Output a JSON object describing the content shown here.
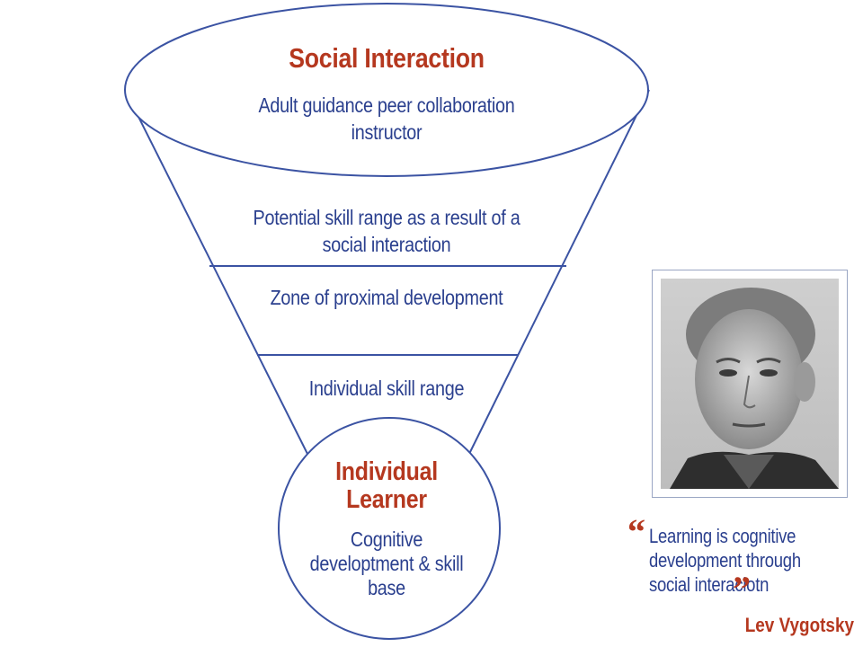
{
  "diagram": {
    "top": {
      "title": "Social Interaction",
      "subtitle": "Adult guidance peer collaboration instructor"
    },
    "bands": [
      "Potential skill range as a result of a social interaction",
      "Zone of proximal development",
      "Individual skill range"
    ],
    "learner": {
      "title": "Individual Learner",
      "subtitle": "Cognitive developtment & skill base"
    }
  },
  "quote": {
    "text": "Learning is cognitive development through social interaciotn",
    "author": "Lev Vygotsky"
  },
  "colors": {
    "outline": "#3b53a3",
    "text_blue": "#2a3f8e",
    "accent_red": "#b5381f"
  }
}
